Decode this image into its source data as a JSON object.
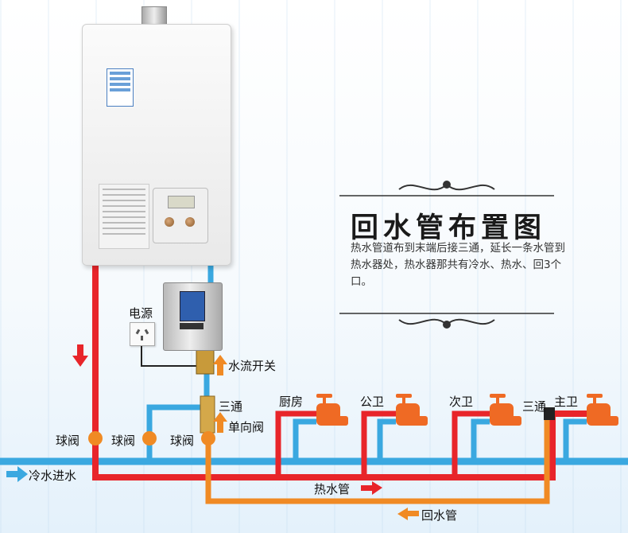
{
  "title": "回水管布置图",
  "description": "热水管道布到末端后接三通，延长一条水管到热水器处，热水器那共有冷水、热水、回3个口。",
  "labels": {
    "power": "电源",
    "flow_switch": "水流开关",
    "tee": "三通",
    "check_valve": "单向阀",
    "ball_valve": "球阀",
    "kitchen": "厨房",
    "public_bath": "公卫",
    "secondary_bath": "次卫",
    "master_bath": "主卫",
    "cold_water_in": "冷水进水",
    "hot_water_pipe": "热水管",
    "return_pipe": "回水管"
  },
  "colors": {
    "hot_pipe": "#e8252a",
    "cold_pipe": "#3aa8e0",
    "return_pipe": "#f08a24",
    "faucet": "#ef6a24"
  },
  "icons": [
    "flue-pipe-icon",
    "power-socket-icon",
    "arrow-down-icon",
    "arrow-up-icon",
    "arrow-right-icon",
    "arrow-left-icon",
    "faucet-icon",
    "ornament-icon"
  ]
}
